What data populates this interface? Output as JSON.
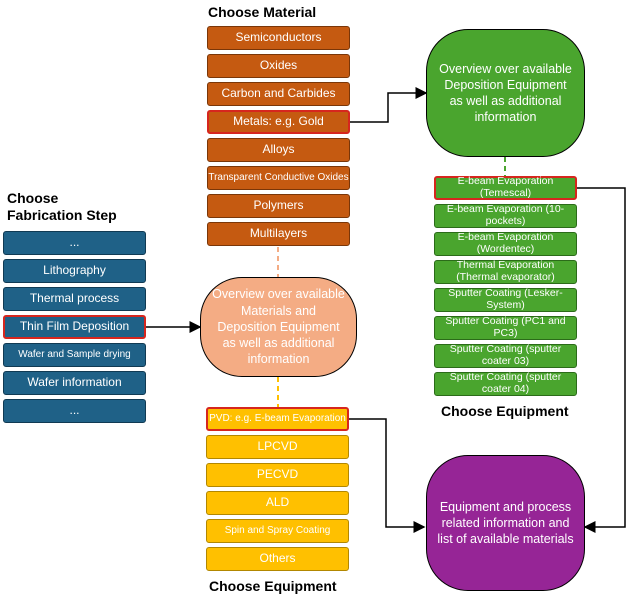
{
  "material": {
    "heading": "Choose Material",
    "items": [
      "Semiconductors",
      "Oxides",
      "Carbon and Carbides",
      "Metals: e.g. Gold",
      "Alloys",
      "Transparent Conductive Oxides",
      "Polymers",
      "Multilayers"
    ]
  },
  "fabrication": {
    "heading_line1": "Choose",
    "heading_line2": "Fabrication Step",
    "items": [
      "...",
      "Lithography",
      "Thermal process",
      "Thin Film Deposition",
      "Wafer and Sample drying",
      "Wafer information",
      "..."
    ]
  },
  "overview_material": {
    "text": "Overview over available Materials and Deposition Equipment as well as additional information"
  },
  "overview_equipment": {
    "text": "Overview over available Deposition Equipment as well as additional information"
  },
  "equipment_right": {
    "heading": "Choose Equipment",
    "items": [
      "E-beam Evaporation (Temescal)",
      "E-beam Evaporation (10-pockets)",
      "E-beam Evaporation (Wordentec)",
      "Thermal Evaporation (Thermal evaporator)",
      "Sputter Coating (Lesker-System)",
      "Sputter Coating (PC1 and PC3)",
      "Sputter Coating (sputter coater 03)",
      "Sputter Coating (sputter coater 04)"
    ]
  },
  "equipment_bottom": {
    "heading": "Choose Equipment",
    "items": [
      "PVD: e.g. E-beam Evaporation",
      "LPCVD",
      "PECVD",
      "ALD",
      "Spin and Spray Coating",
      "Others"
    ]
  },
  "result": {
    "text": "Equipment and process related information and list of available materials"
  },
  "colors": {
    "material": "#c55a11",
    "fabrication": "#1f6187",
    "equipment_green": "#4aa52e",
    "equipment_yellow": "#ffc000",
    "overview_orange": "#f4ac84",
    "result_purple": "#962596",
    "highlight": "#d6261e"
  }
}
